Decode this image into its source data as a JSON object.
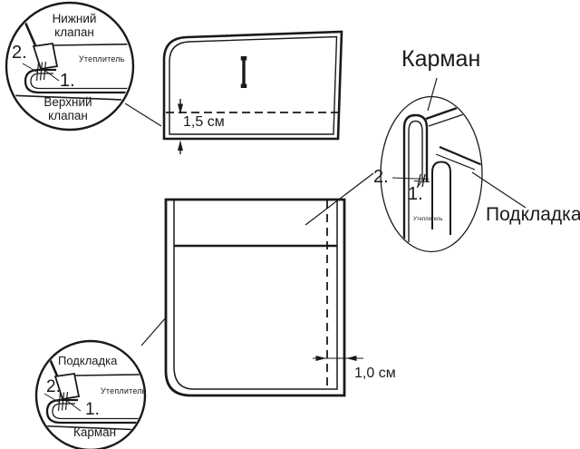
{
  "colors": {
    "line": "#1a1a1a",
    "background": "#ffffff"
  },
  "detail_top": {
    "top_layer": "Нижний клапан",
    "insulation": "Утеплитель",
    "bottom_layer": "Верхний клапан",
    "marker_2": "2.",
    "marker_1": "1."
  },
  "flap_view": {
    "offset": "1,5 см"
  },
  "edge_detail": {
    "pocket": "Карман",
    "lining": "Подкладка",
    "marker_2": "2.",
    "marker_1": "1.",
    "insulation": "Утеплитель"
  },
  "pocket_view": {
    "offset": "1,0 см"
  },
  "detail_bottom": {
    "top_layer": "Подкладка",
    "insulation": "Утеплитель",
    "bottom_layer": "Карман",
    "marker_2": "2.",
    "marker_1": "1."
  }
}
